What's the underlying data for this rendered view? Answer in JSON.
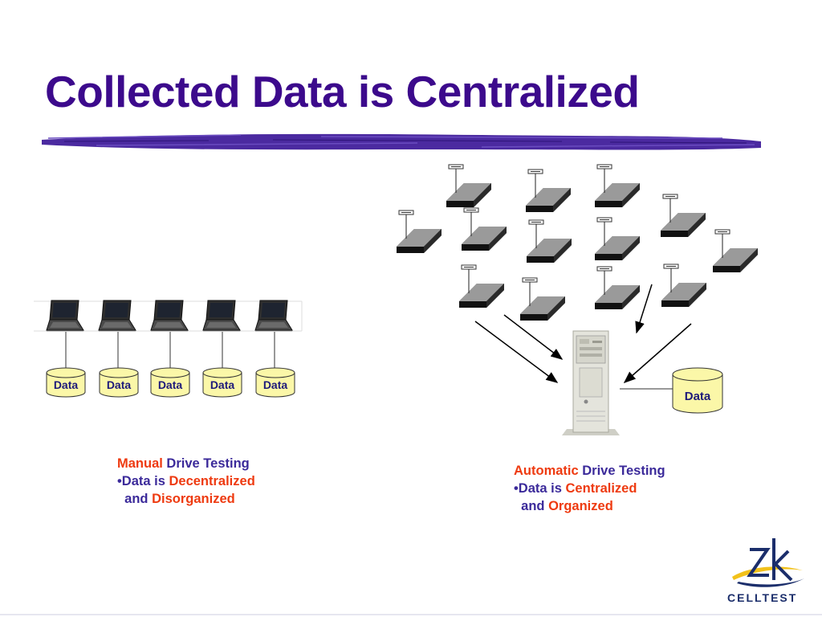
{
  "title": "Collected Data is Centralized",
  "left_panel": {
    "data_labels": [
      "Data",
      "Data",
      "Data",
      "Data",
      "Data"
    ],
    "caption": {
      "line1": {
        "orange": "Manual",
        "blue": " Drive Testing"
      },
      "line2": {
        "blue": "•Data is ",
        "orange": "Decentralized"
      },
      "line3": {
        "blue": "  and ",
        "orange": "Disorganized"
      }
    }
  },
  "right_panel": {
    "data_label": "Data",
    "caption": {
      "line1": {
        "orange": "Automatic",
        "blue": " Drive Testing"
      },
      "line2": {
        "blue": "•Data is ",
        "orange": "Centralized"
      },
      "line3": {
        "blue": "  and ",
        "orange": "Organized"
      }
    }
  },
  "logo": {
    "text": "CELLTEST"
  },
  "colors": {
    "title": "#3c0a8c",
    "brush_stroke": "#4b2aa0",
    "caption_blue": "#3b2a9a",
    "caption_orange": "#ee3a10",
    "database_fill": "#fbf7a8",
    "device_dark": "#3a3a3a",
    "server_light": "#e4e4dc",
    "logo_blue": "#1b2e6b",
    "logo_yellow": "#f2c11a"
  },
  "icons": {
    "device": "rack-unit-with-antenna-icon",
    "laptop": "laptop-icon",
    "server": "tower-server-icon",
    "database": "database-cylinder-icon",
    "logo": "zk-celltest-logo-icon"
  }
}
